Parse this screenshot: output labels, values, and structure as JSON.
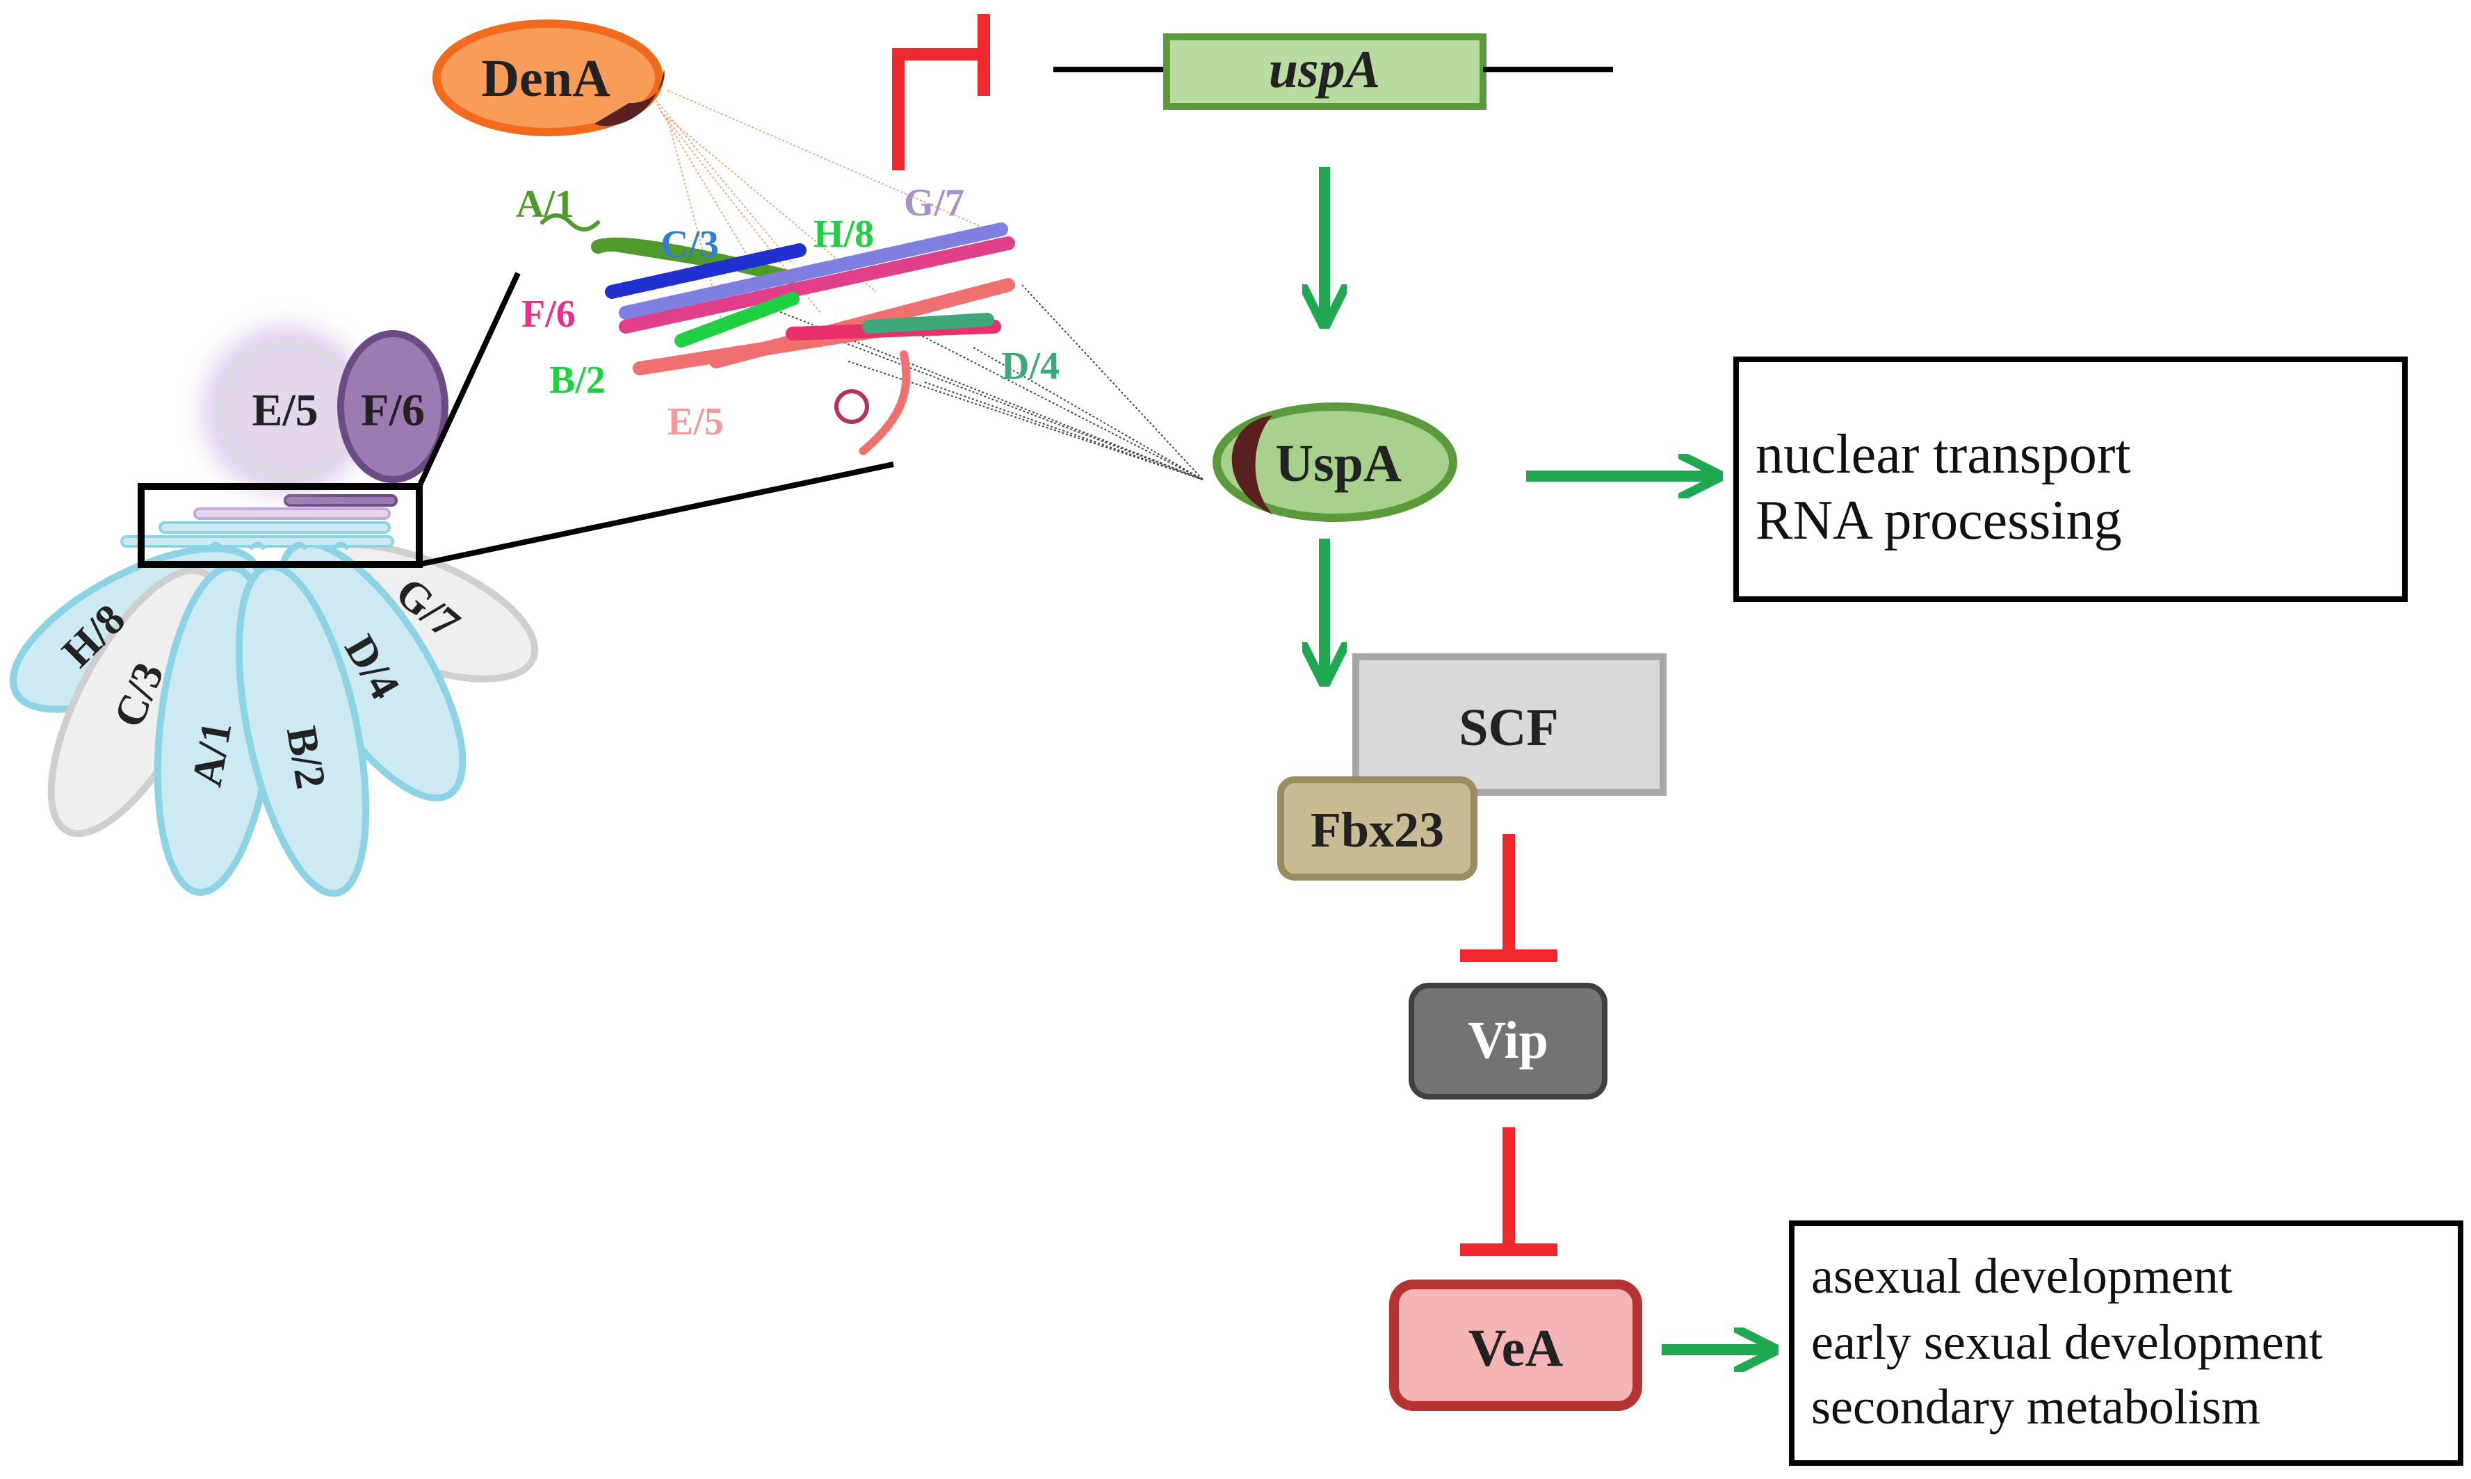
{
  "colors": {
    "activate_arrow": "#1fa84f",
    "inhibit": "#f0282d",
    "dena_fill": "#f89c5a",
    "dena_stroke": "#f26b1d",
    "csn_dark": "#5a1f1f",
    "uspa_fill": "#a9d18e",
    "uspa_stroke": "#5a9a3a",
    "uspa_gene_fill": "#b9dca3",
    "scf_fill": "#d9d9d9",
    "scf_stroke": "#a6a6a6",
    "fbx_fill": "#c9bc95",
    "fbx_stroke": "#9a8c61",
    "vip_fill": "#737373",
    "vip_stroke": "#404040",
    "vea_fill": "#f6b5b5",
    "vea_stroke": "#b53333",
    "blade_blue_fill": "#cdeaf3",
    "blade_blue_stroke": "#8cd3e6",
    "blade_grey_fill": "#efefef",
    "blade_grey_stroke": "#cfcfcf",
    "e5_fill": "#e3d7ec",
    "e5_glow": "#c7a9de",
    "f6_fill": "#9c7bb2",
    "f6_stroke": "#6b4a85"
  },
  "labels": {
    "dena": "DenA",
    "uspa_gene": "uspA",
    "uspa_protein": "UspA",
    "scf": "SCF",
    "fbx23": "Fbx23",
    "vip": "Vip",
    "vea": "VeA",
    "e5": "E/5",
    "f6": "F/6"
  },
  "blades": {
    "h8": "H/8",
    "c3": "C/3",
    "a1": "A/1",
    "b2": "B/2",
    "d4": "D/4",
    "g7": "G/7"
  },
  "structure_labels": {
    "a1": "A/1",
    "c3": "C/3",
    "h8": "H/8",
    "g7": "G/7",
    "f6": "F/6",
    "b2": "B/2",
    "e5": "E/5",
    "d4": "D/4"
  },
  "outcome_uspa": {
    "line1": "nuclear transport",
    "line2": "RNA processing"
  },
  "outcome_vea": {
    "line1": "asexual development",
    "line2": "early sexual development",
    "line3": "secondary metabolism"
  }
}
